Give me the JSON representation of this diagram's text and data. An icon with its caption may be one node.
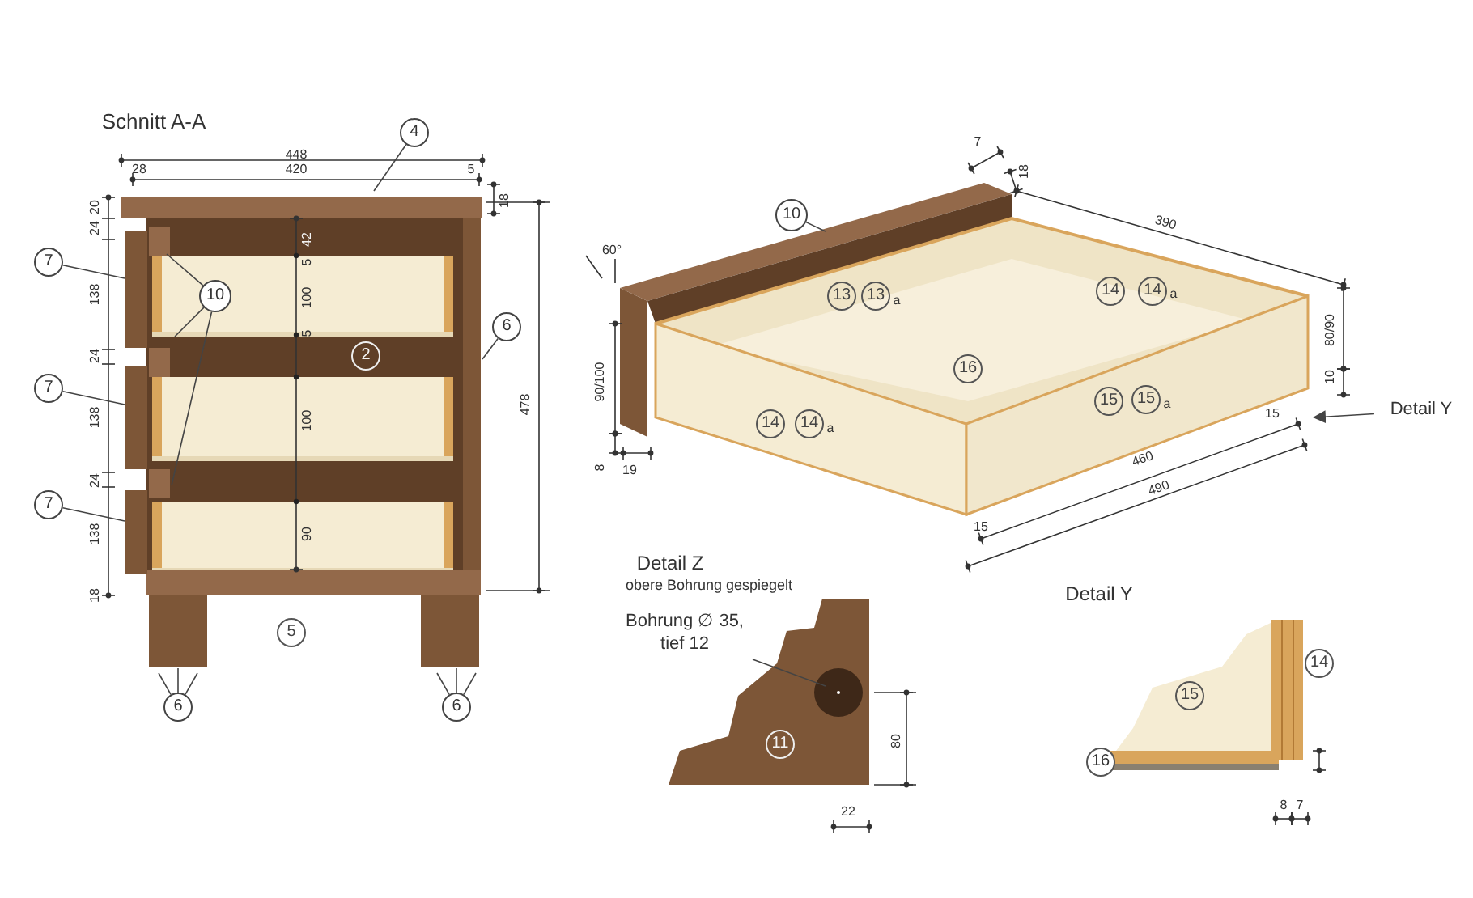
{
  "diagram": {
    "nodes": [
      {
        "text": [
          "4"
        ]
      },
      {
        "text": [
          "7"
        ]
      },
      {
        "text": [
          "7"
        ]
      },
      {
        "text": [
          "7"
        ]
      },
      {
        "text": [
          "10"
        ]
      },
      {
        "text": [
          "6"
        ]
      },
      {
        "text": [
          "6"
        ]
      },
      {
        "text": [
          "6"
        ]
      },
      {
        "text": [
          "10"
        ]
      },
      {
        "text": [
          "Detail Y"
        ]
      },
      {
        "text": [
          "Bohrung ∅ 35, tief 12"
        ]
      }
    ],
    "edges": [
      {
        "from": 0,
        "to": null,
        "arrow": "none"
      },
      {
        "from": 1,
        "to": null,
        "arrow": "none"
      },
      {
        "from": 2,
        "to": null,
        "arrow": "none"
      },
      {
        "from": 3,
        "to": null,
        "arrow": "none"
      },
      {
        "from": 4,
        "to": null,
        "arrow": "none"
      },
      {
        "from": 4,
        "to": null,
        "arrow": "none"
      },
      {
        "from": 4,
        "to": null,
        "arrow": "none"
      },
      {
        "from": 5,
        "to": null,
        "arrow": "none"
      },
      {
        "from": 6,
        "to": null,
        "arrow": "none"
      },
      {
        "from": 6,
        "to": null,
        "arrow": "none"
      },
      {
        "from": 6,
        "to": null,
        "arrow": "none"
      },
      {
        "from": 7,
        "to": null,
        "arrow": "none"
      },
      {
        "from": 7,
        "to": null,
        "arrow": "none"
      },
      {
        "from": 7,
        "to": null,
        "arrow": "none"
      },
      {
        "from": 8,
        "to": null,
        "arrow": "none"
      },
      {
        "from": 9,
        "to": null,
        "arrow": "to"
      },
      {
        "from": 10,
        "to": null,
        "arrow": "none"
      }
    ],
    "labels": [
      "Schnitt A-A",
      "448",
      "28",
      "420",
      "5",
      "20",
      "24",
      "138",
      "24",
      "138",
      "24",
      "138",
      "18",
      "18",
      "42",
      "5",
      "100",
      "5",
      "2",
      "100",
      "478",
      "90",
      "5",
      "7",
      "18",
      "60°",
      "390",
      "13",
      "13",
      "a",
      "14",
      "14",
      "a",
      "80/90",
      "16",
      "90/100",
      "10",
      "14",
      "14",
      "a",
      "15",
      "15",
      "a",
      "15",
      "460",
      "8",
      "19",
      "490",
      "15",
      "Detail Z",
      "obere Bohrung gespiegelt",
      "Detail Y",
      "14",
      "15",
      "11",
      "80",
      "16",
      "22",
      "8",
      "7"
    ]
  }
}
